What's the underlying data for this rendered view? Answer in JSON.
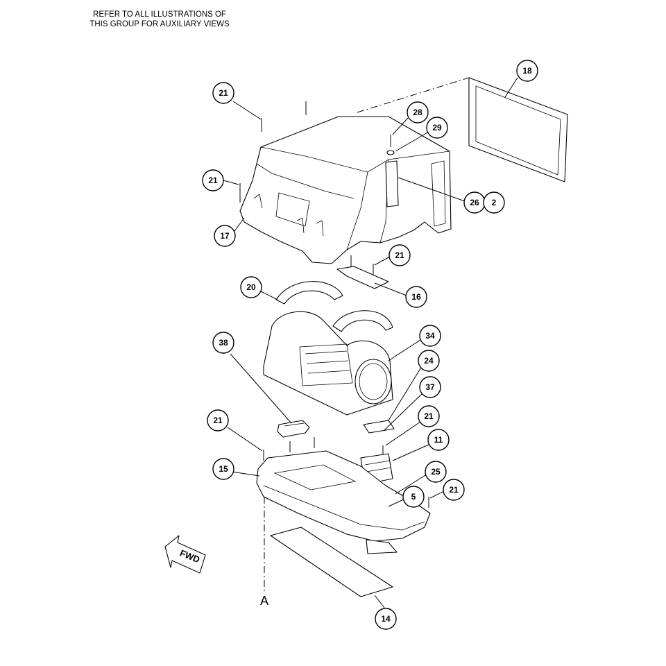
{
  "header": {
    "note_line1": "REFER TO ALL ILLUSTRATIONS OF",
    "note_line2": "THIS GROUP FOR AUXILIARY VIEWS"
  },
  "labels": {
    "fwd": "FWD",
    "view_a": "A"
  },
  "callouts": [
    {
      "id": "c18",
      "text": "18"
    },
    {
      "id": "c21a",
      "text": "21"
    },
    {
      "id": "c28",
      "text": "28"
    },
    {
      "id": "c29",
      "text": "29"
    },
    {
      "id": "c21b",
      "text": "21"
    },
    {
      "id": "c26",
      "text": "26"
    },
    {
      "id": "c2",
      "text": "2"
    },
    {
      "id": "c17",
      "text": "17"
    },
    {
      "id": "c21c",
      "text": "21"
    },
    {
      "id": "c16",
      "text": "16"
    },
    {
      "id": "c20",
      "text": "20"
    },
    {
      "id": "c34",
      "text": "34"
    },
    {
      "id": "c38",
      "text": "38"
    },
    {
      "id": "c24",
      "text": "24"
    },
    {
      "id": "c37",
      "text": "37"
    },
    {
      "id": "c21d",
      "text": "21"
    },
    {
      "id": "c21e",
      "text": "21"
    },
    {
      "id": "c11",
      "text": "11"
    },
    {
      "id": "c15",
      "text": "15"
    },
    {
      "id": "c25",
      "text": "25"
    },
    {
      "id": "c5",
      "text": "5"
    },
    {
      "id": "c21f",
      "text": "21"
    },
    {
      "id": "c14",
      "text": "14"
    }
  ]
}
